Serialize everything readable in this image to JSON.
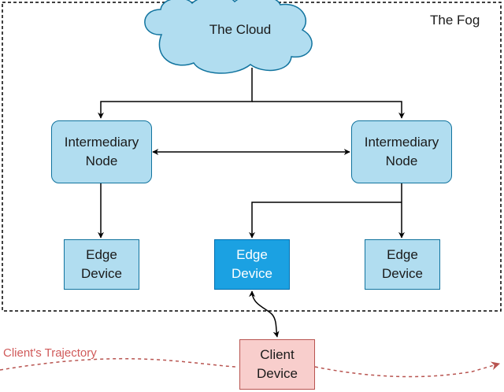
{
  "fog": {
    "label": "The Fog"
  },
  "cloud": {
    "label": "The Cloud"
  },
  "intermediary_left": {
    "label": "Intermediary\nNode"
  },
  "intermediary_right": {
    "label": "Intermediary\nNode"
  },
  "edge_left": {
    "label": "Edge\nDevice"
  },
  "edge_center": {
    "label": "Edge\nDevice"
  },
  "edge_right": {
    "label": "Edge\nDevice"
  },
  "client": {
    "label": "Client\nDevice"
  },
  "trajectory": {
    "label": "Client's Trajectory"
  },
  "colors": {
    "node_fill": "#b1ddf0",
    "node_stroke": "#10739e",
    "active_fill": "#1ba1e2",
    "client_fill": "#f8cecc",
    "client_stroke": "#b85450",
    "trajectory": "#d05a5a"
  }
}
